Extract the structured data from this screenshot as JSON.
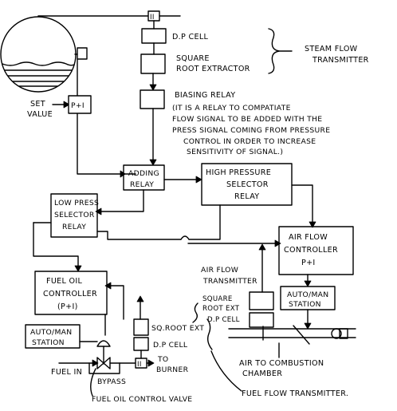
{
  "labels": {
    "dp_cell_top": "D.P CELL",
    "square_root_1": "SQUARE",
    "square_root_2": "ROOT EXTRACTOR",
    "steam_flow_1": "STEAM FLOW",
    "steam_flow_2": "TRANSMITTER",
    "biasing_relay": "BIASING RELAY",
    "biasing_note": [
      "(IT IS A RELAY TO COMPATIATE",
      "FLOW SIGNAL TO BE ADDED WITH THE",
      "PRESS SIGNAL COMING FROM PRESSURE",
      "CONTROL IN ORDER TO INCREASE",
      "SENSITIVITY OF SIGNAL.)"
    ],
    "set_value_1": "SET",
    "set_value_2": "VALUE",
    "pi_controller": "P+I",
    "adding_relay_1": "ADDING",
    "adding_relay_2": "RELAY",
    "high_press_1": "HIGH PRESSURE",
    "high_press_2": "SELECTOR",
    "high_press_3": "RELAY",
    "low_press_1": "LOW PRESS",
    "low_press_2": "SELECTOR",
    "low_press_3": "RELAY",
    "air_flow_ctrl_1": "AIR FLOW",
    "air_flow_ctrl_2": "CONTROLLER",
    "air_flow_ctrl_3": "P+I",
    "fuel_oil_ctrl_1": "FUEL OIL",
    "fuel_oil_ctrl_2": "CONTROLLER",
    "fuel_oil_ctrl_3": "(P+I)",
    "air_flow_tx_1": "AIR FLOW",
    "air_flow_tx_2": "TRANSMITTER",
    "sq_root_ext_air_1": "SQUARE",
    "sq_root_ext_air_2": "ROOT EXT",
    "dp_cell_air": "D.P CELL",
    "auto_man_air_1": "AUTO/MAN",
    "auto_man_air_2": "STATION",
    "auto_man_fuel_1": "AUTO/MAN",
    "auto_man_fuel_2": "STATION",
    "sq_root_ext_fuel": "SQ.ROOT EXT",
    "dp_cell_fuel": "D.P CELL",
    "fuel_in": "FUEL IN",
    "bypass": "BYPASS",
    "to_burner_1": "TO",
    "to_burner_2": "BURNER",
    "air_to_combustion_1": "AIR TO COMBUSTION",
    "air_to_combustion_2": "CHAMBER",
    "fuel_oil_control_valve": "FUEL OIL CONTROL VALVE",
    "fuel_flow_transmitter": "FUEL FLOW TRANSMITTER."
  },
  "symbols": {
    "orifice_top": "II",
    "orifice_fuel": "II"
  }
}
